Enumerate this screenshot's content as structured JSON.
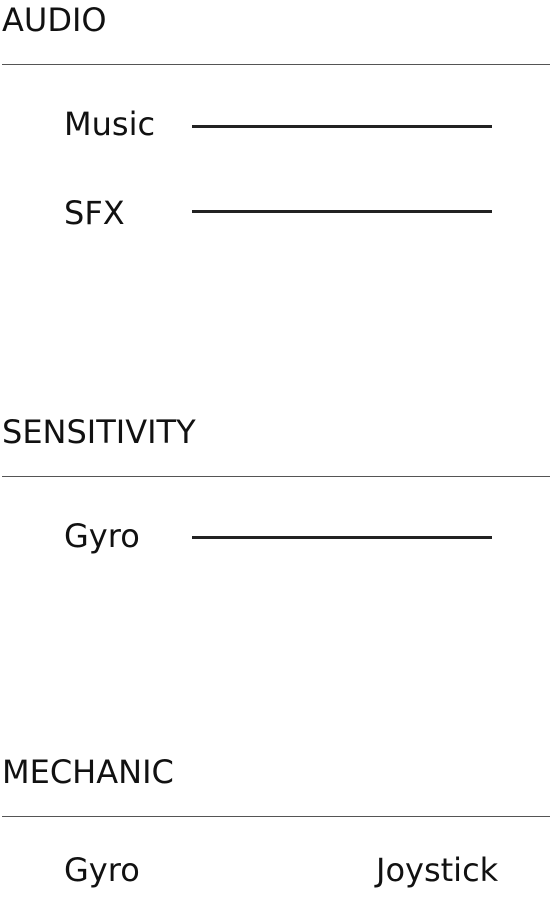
{
  "audio": {
    "title": "AUDIO",
    "music_label": "Music",
    "sfx_label": "SFX"
  },
  "sensitivity": {
    "title": "SENSITIVITY",
    "gyro_label": "Gyro"
  },
  "mechanic": {
    "title": "MECHANIC",
    "options": [
      "Gyro",
      "Joystick"
    ]
  },
  "colors": {
    "text": "#111111",
    "divider": "#555555",
    "slider_track": "#222222",
    "background": "#ffffff"
  }
}
